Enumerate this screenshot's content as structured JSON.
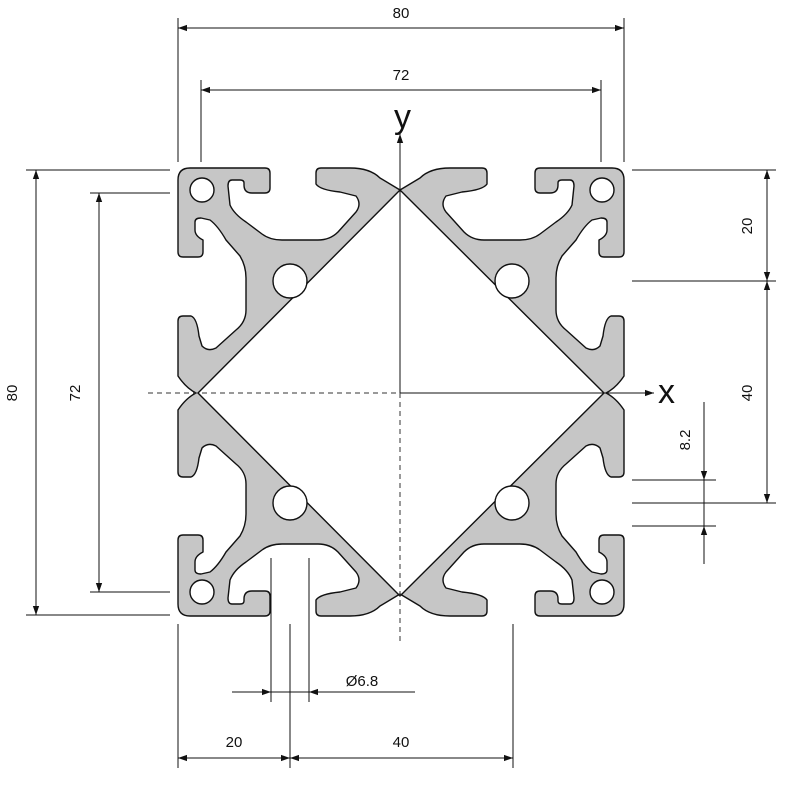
{
  "profile": {
    "fill_color": "#c6c6c6",
    "outline_color": "#111111"
  },
  "axes": {
    "x_label": "x",
    "y_label": "y"
  },
  "dimensions": {
    "top_outer": "80",
    "top_inner": "72",
    "left_outer": "80",
    "left_inner": "72",
    "right_top": "20",
    "right_mid": "40",
    "slot_width": "8.2",
    "bore": "Ø6.8",
    "bottom_left": "20",
    "bottom_right": "40"
  }
}
